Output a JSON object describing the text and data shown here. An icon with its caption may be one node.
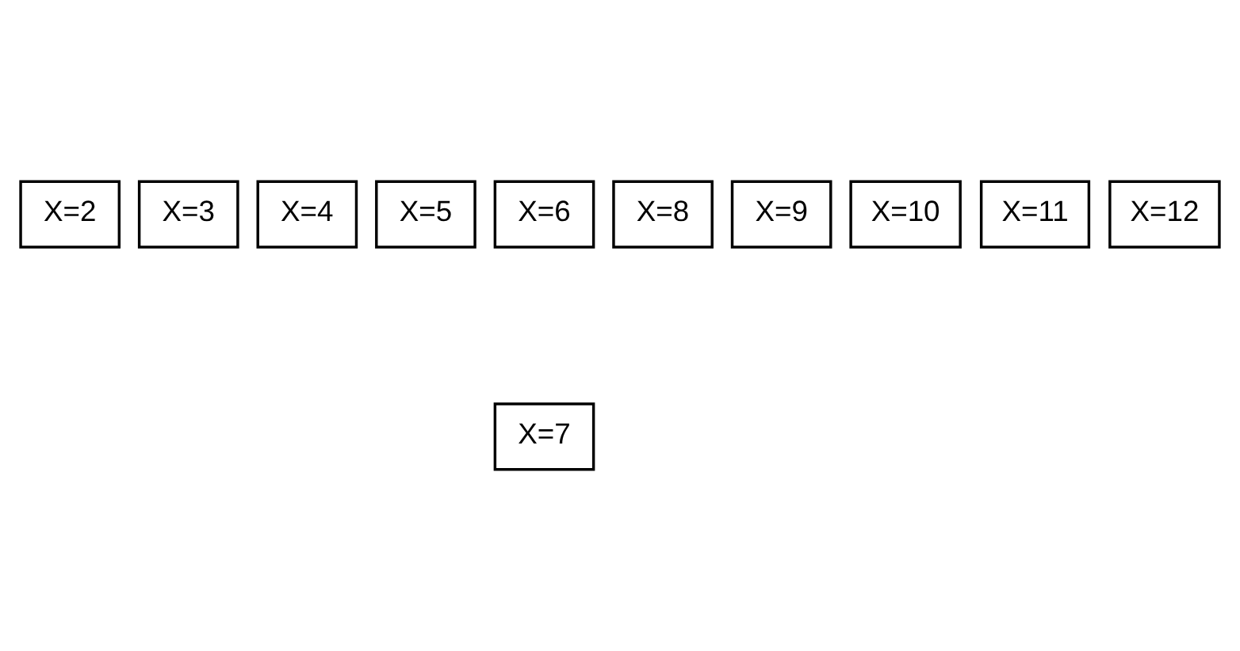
{
  "diagram": {
    "nodes": [
      {
        "text": [
          "X=2"
        ]
      },
      {
        "text": [
          "X=3"
        ]
      },
      {
        "text": [
          "X=4"
        ]
      },
      {
        "text": [
          "X=5"
        ]
      },
      {
        "text": [
          "X=6"
        ]
      },
      {
        "text": [
          "X=8"
        ]
      },
      {
        "text": [
          "X=9"
        ]
      },
      {
        "text": [
          "X=10"
        ]
      },
      {
        "text": [
          "X=11"
        ]
      },
      {
        "text": [
          "X=12"
        ]
      },
      {
        "text": [
          "X=7"
        ]
      }
    ]
  }
}
